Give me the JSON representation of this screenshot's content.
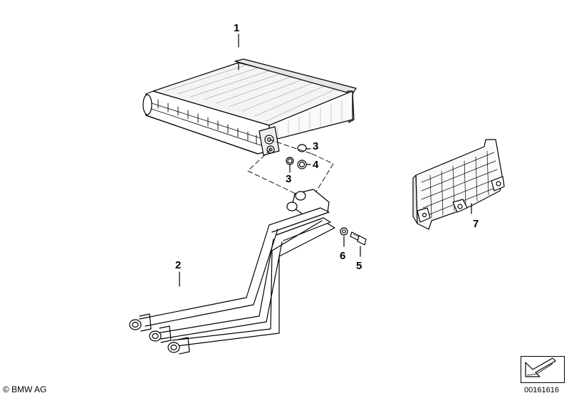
{
  "callouts": {
    "c1": "1",
    "c2": "2",
    "c3a": "3",
    "c3b": "3",
    "c4": "4",
    "c5": "5",
    "c6": "6",
    "c7": "7"
  },
  "footer": {
    "copyright": "© BMW AG",
    "doc_number": "00161616"
  },
  "icons": {
    "nav": "diagonal-arrow-icon"
  }
}
